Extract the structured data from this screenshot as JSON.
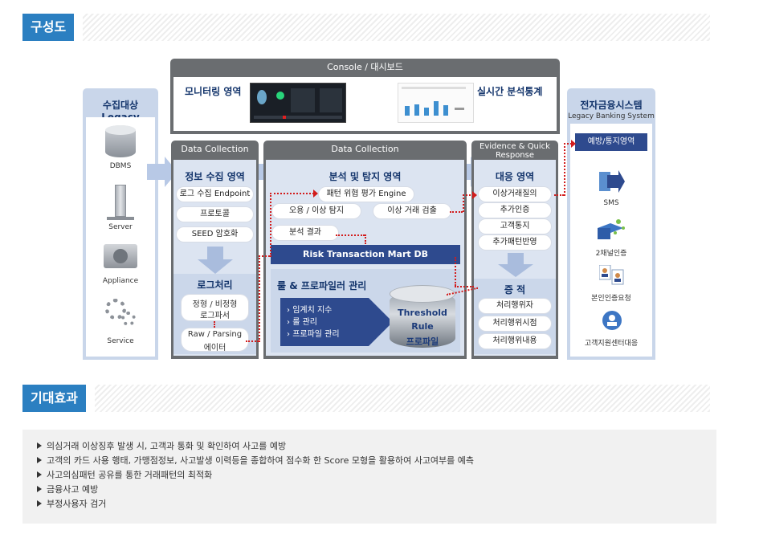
{
  "sections": {
    "architecture": "구성도",
    "effects": "기대효과"
  },
  "console": {
    "title": "Console / 대시보드",
    "monitoring": "모니터링 영역",
    "realtime": "실시간 분석통계"
  },
  "legacy": {
    "title": "수집대상 Legacy",
    "items": [
      "DBMS",
      "Server",
      "Appliance",
      "Service"
    ]
  },
  "collect": {
    "header": "Data Collection",
    "title": "정보 수집 영역",
    "items": [
      "로그 수집 Endpoint",
      "프로토콜",
      "SEED 암호화"
    ],
    "log_title": "로그처리",
    "log_items": [
      "정형 / 비정형",
      "로그파서",
      "Raw / Parsing",
      "에이터"
    ]
  },
  "analysis": {
    "header": "Data Collection",
    "title": "분석 및 탐지 영역",
    "engine": "패턴 위협 평가 Engine",
    "misuse": "오용 / 이상 탐지",
    "abnormal": "이상 거래 검출",
    "result": "분석 결과",
    "mart": "Risk Transaction Mart DB",
    "rule_title": "룰 & 프로파일러 관리",
    "rule_items": [
      "임계치 지수",
      "룰 관리",
      "프로파일 관리"
    ],
    "db_labels": [
      "Threshold",
      "Rule",
      "프로파일"
    ]
  },
  "response": {
    "header": "Evidence & Quick Response",
    "title": "대응 영역",
    "items": [
      "이상거래질의",
      "추가인증",
      "고객통지",
      "추가패턴반영"
    ],
    "evidence_title": "증 적",
    "evidence_items": [
      "처리행위자",
      "처리행위시점",
      "처리행위내용"
    ]
  },
  "banking": {
    "title": "전자금융시스템",
    "subtitle": "Legacy Banking System",
    "area": "예방/통지영역",
    "items": [
      "SMS",
      "2채널인증",
      "본인인증요청",
      "고객지원센터대응"
    ]
  },
  "effects": [
    "의심거래 이상징후 발생 시, 고객과 통화 및 확인하여 사고를 예방",
    "고객의 카드 사용 행태, 가맹점정보, 사고발생 이력등을 종합하여 점수화 한 Score 모형을 활용하여 사고여부를 예측",
    "사고의심패턴 공유를 통한 거래패턴의 최적화",
    "금융사고 예방",
    "부정사용자 검거"
  ],
  "colors": {
    "accent": "#2b7fc1",
    "navy": "#13346b",
    "dark_blue": "#2e4a8e",
    "gray_header": "#6a6d70",
    "panel": "#eef1f6",
    "red_flow": "#d21c1c"
  }
}
